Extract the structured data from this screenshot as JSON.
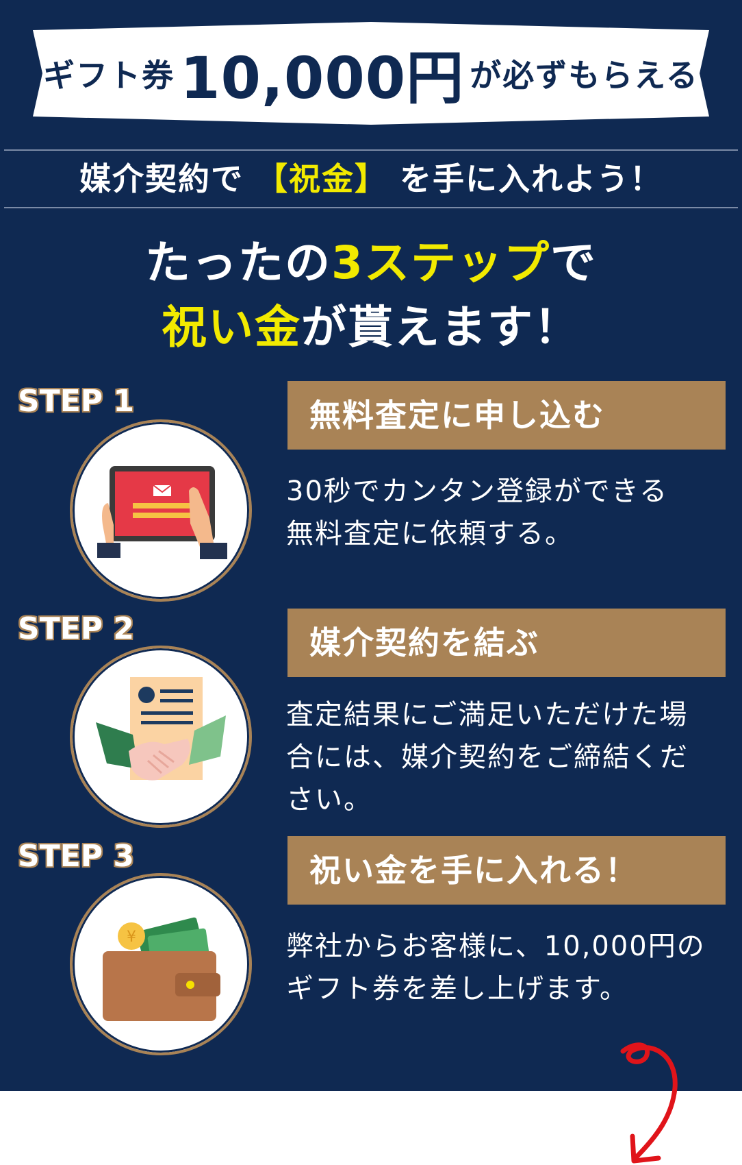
{
  "banner": {
    "prefix": "ギフト券",
    "amount": "10,000円",
    "suffix": "が必ずもらえる"
  },
  "subhead": {
    "before": "媒介契約で",
    "highlight": "【祝金】",
    "after": "を手に入れよう！"
  },
  "headline": {
    "line1_before": "たったの",
    "line1_highlight": "3ステップ",
    "line1_after": "で",
    "line2_highlight": "祝い金",
    "line2_after": "が貰えます！"
  },
  "steps": [
    {
      "label": "STEP 1",
      "title": "無料査定に申し込む",
      "desc_lines": [
        "30秒でカンタン登録ができる",
        "無料査定に依頼する。"
      ],
      "icon": "tablet-icon"
    },
    {
      "label": "STEP 2",
      "title": "媒介契約を結ぶ",
      "desc_lines": [
        "査定結果にご満足いただけた場",
        "合には、媒介契約をご締結くだ",
        "さい。"
      ],
      "icon": "handshake-contract-icon"
    },
    {
      "label": "STEP 3",
      "title": "祝い金を手に入れる！",
      "desc_lines": [
        "弊社からお客様に、10,000円の",
        "ギフト券を差し上げます。"
      ],
      "icon": "wallet-icon"
    }
  ],
  "colors": {
    "navy": "#0f2952",
    "gold": "#a98356",
    "yellow": "#f2ea00",
    "arrow_red": "#e0141a"
  }
}
